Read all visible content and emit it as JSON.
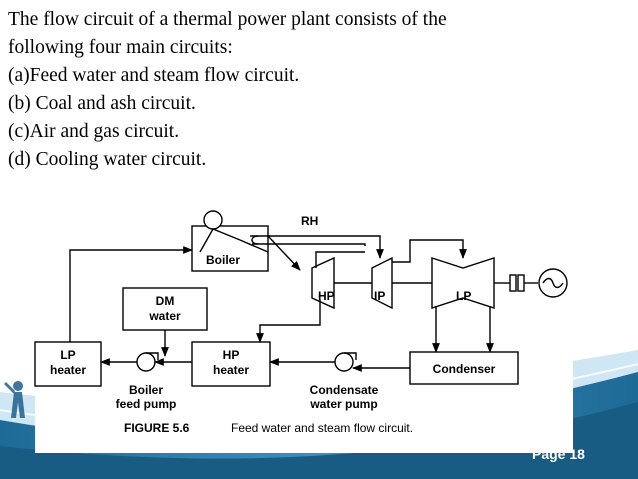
{
  "slide": {
    "lines": [
      "The flow circuit of a thermal power plant consists of the",
      "following four main circuits:",
      "(a)Feed water and steam flow circuit.",
      "(b) Coal and ash circuit.",
      "(c)Air and gas circuit.",
      "(d) Cooling water circuit."
    ],
    "page_label": "Page 18"
  },
  "diagram": {
    "labels": {
      "rh": "RH",
      "boiler": "Boiler",
      "dm_line1": "DM",
      "dm_line2": "water",
      "hp": "HP",
      "ip": "IP",
      "lp": "LP",
      "lp_heater_line1": "LP",
      "lp_heater_line2": "heater",
      "hp_heater_line1": "HP",
      "hp_heater_line2": "heater",
      "condenser": "Condenser",
      "boiler_pump_line1": "Boiler",
      "boiler_pump_line2": "feed pump",
      "condensate_pump_line1": "Condensate",
      "condensate_pump_line2": "water pump",
      "caption_label": "FIGURE 5.6",
      "caption_text": "Feed water and steam flow circuit."
    }
  },
  "colors": {
    "swoosh_dark": "#1e6a96",
    "swoosh_light": "#9fd0ea",
    "text": "#000000"
  }
}
